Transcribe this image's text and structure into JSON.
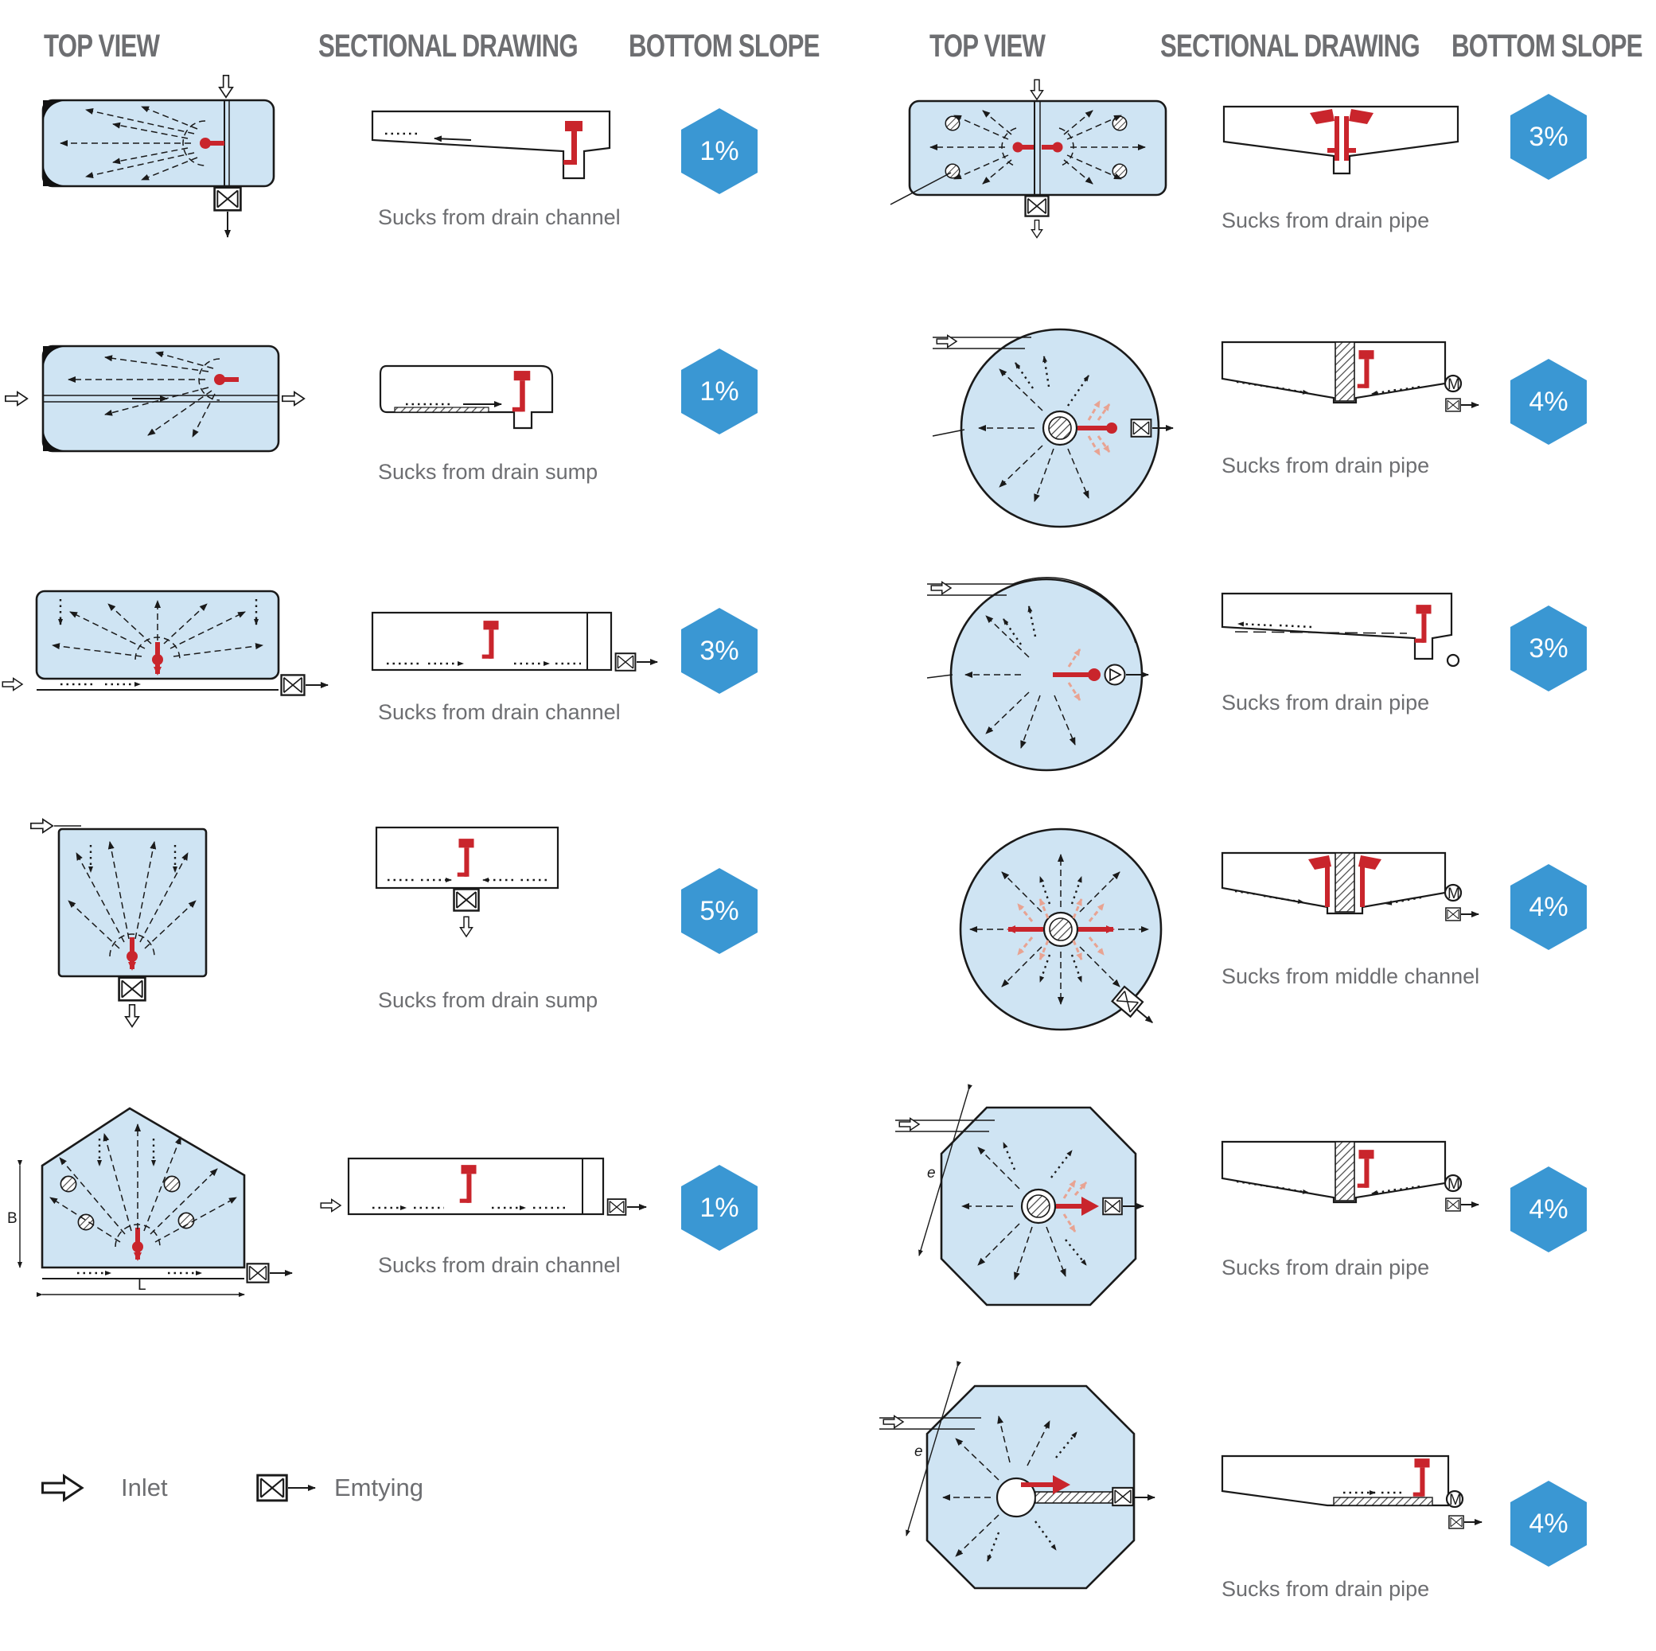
{
  "headers": {
    "left": {
      "top_view": "TOP VIEW",
      "sectional": "SECTIONAL DRAWING",
      "slope": "BOTTOM SLOPE"
    },
    "right": {
      "top_view": "TOP VIEW",
      "sectional": "SECTIONAL DRAWING",
      "slope": "BOTTOM SLOPE"
    }
  },
  "rows_left": [
    {
      "caption": "Sucks from drain channel",
      "slope": "1%"
    },
    {
      "caption": "Sucks from drain sump",
      "slope": "1%"
    },
    {
      "caption": "Sucks from drain channel",
      "slope": "3%"
    },
    {
      "caption": "Sucks from drain sump",
      "slope": "5%"
    },
    {
      "caption": "Sucks from drain channel",
      "slope": "1%"
    }
  ],
  "rows_right": [
    {
      "caption": "Sucks from drain pipe",
      "slope": "3%"
    },
    {
      "caption": "Sucks from drain pipe",
      "slope": "4%"
    },
    {
      "caption": "Sucks from drain pipe",
      "slope": "3%"
    },
    {
      "caption": "Sucks from middle channel",
      "slope": "4%"
    },
    {
      "caption": "Sucks from drain pipe",
      "slope": "4%"
    },
    {
      "caption": "Sucks from drain pipe",
      "slope": "4%"
    }
  ],
  "legend": {
    "inlet": "Inlet",
    "emptying": "Emtying"
  },
  "dimension_labels": {
    "b": "B",
    "l": "L",
    "e": "e"
  },
  "motor_label": "M",
  "colors": {
    "tank_fill": "#cfe4f3",
    "line": "#1a1a1a",
    "device_red": "#c9252c",
    "badge_blue": "#3a97d3",
    "header_gray": "#6d6e71"
  }
}
